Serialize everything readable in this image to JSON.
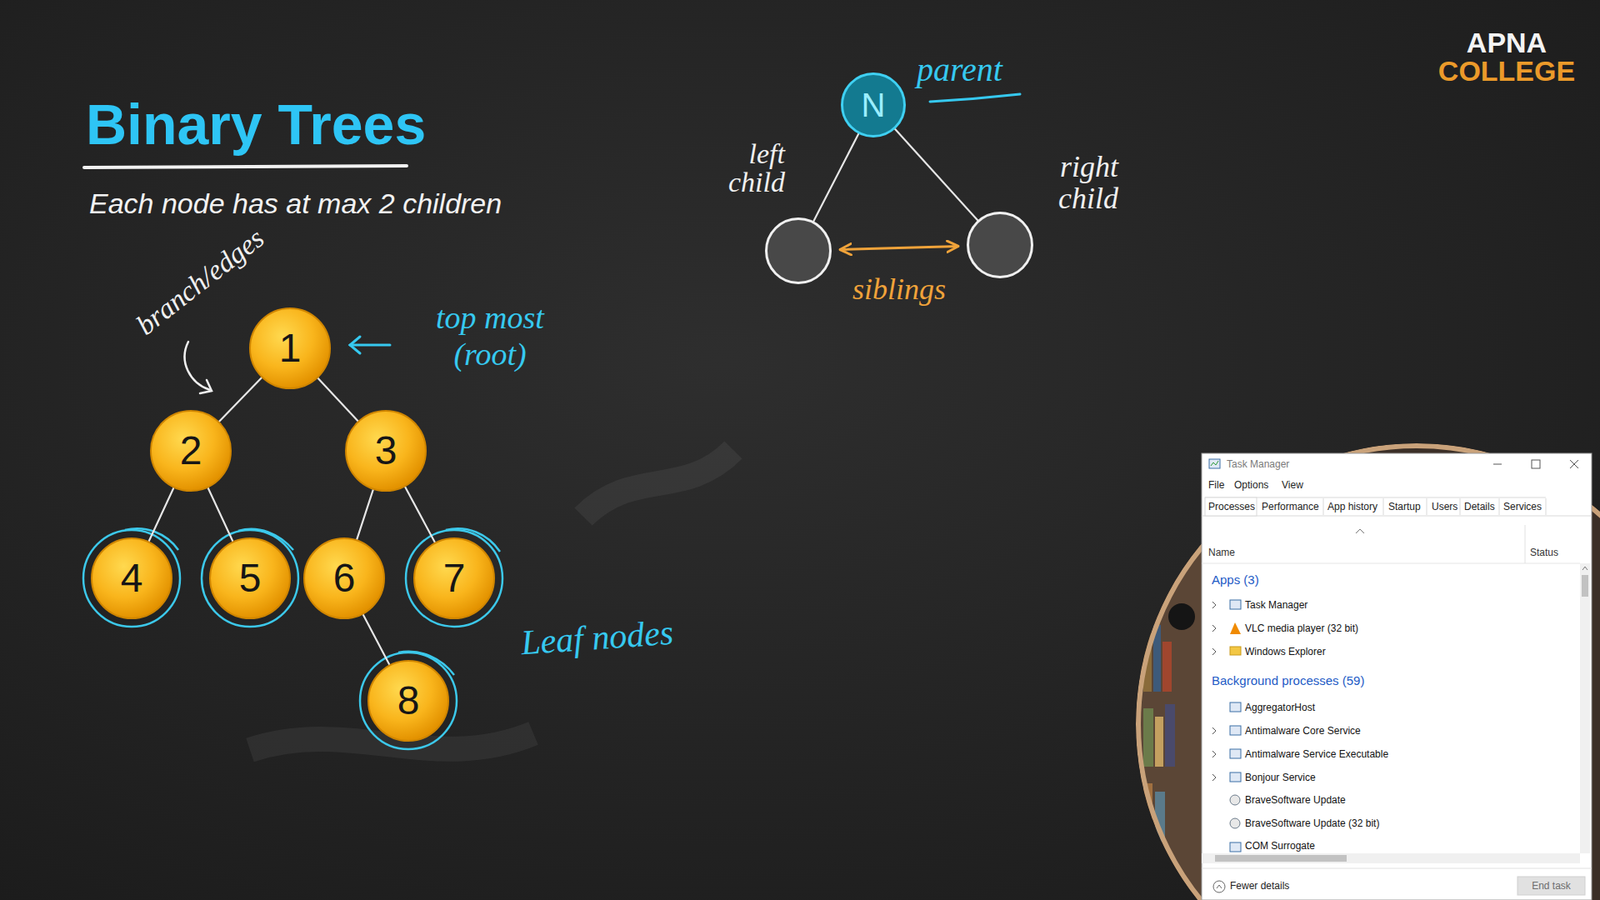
{
  "diagram": {
    "title": "Binary Trees",
    "nodes": [
      {
        "text": [
          "1"
        ]
      },
      {
        "text": [
          "2"
        ]
      },
      {
        "text": [
          "3"
        ]
      },
      {
        "text": [
          "4"
        ]
      },
      {
        "text": [
          "5"
        ]
      },
      {
        "text": [
          "6"
        ]
      },
      {
        "text": [
          "7"
        ]
      },
      {
        "text": [
          "8"
        ]
      },
      {
        "text": [
          "N",
          "parent"
        ]
      },
      {
        "text": [
          "left child"
        ]
      },
      {
        "text": [
          "right child"
        ]
      }
    ],
    "edges": [
      {
        "from": 0,
        "to": 1,
        "arrow": "none"
      },
      {
        "from": 0,
        "to": 2,
        "arrow": "none"
      },
      {
        "from": 1,
        "to": 3,
        "arrow": "none"
      },
      {
        "from": 1,
        "to": 4,
        "arrow": "none"
      },
      {
        "from": 2,
        "to": 5,
        "arrow": "none"
      },
      {
        "from": 2,
        "to": 6,
        "arrow": "none"
      },
      {
        "from": 5,
        "to": 7,
        "arrow": "none"
      },
      {
        "from": 8,
        "to": 9,
        "arrow": "none"
      },
      {
        "from": 8,
        "to": 10,
        "arrow": "none"
      },
      {
        "from": 9,
        "to": 10,
        "label": "siblings",
        "arrow": "both"
      }
    ],
    "labels": [
      "Each node has at max 2 children",
      "branch/edges",
      "top most (root)",
      "Leaf nodes",
      "APNA",
      "COLLEGE",
      "Task Manager",
      "File",
      "Options",
      "View",
      "Processes",
      "Performance",
      "App history",
      "Startup",
      "Users",
      "Details",
      "Services",
      "Name",
      "Status",
      "Apps (3)",
      "Task Manager",
      "VLC media player (32 bit)",
      "Windows Explorer",
      "Background processes (59)",
      "AggregatorHost",
      "Antimalware Core Service",
      "Antimalware Service Executable",
      "Bonjour Service",
      "BraveSoftware Update",
      "BraveSoftware Update (32 bit)",
      "COM Surrogate",
      "Fewer details",
      "End task"
    ]
  }
}
